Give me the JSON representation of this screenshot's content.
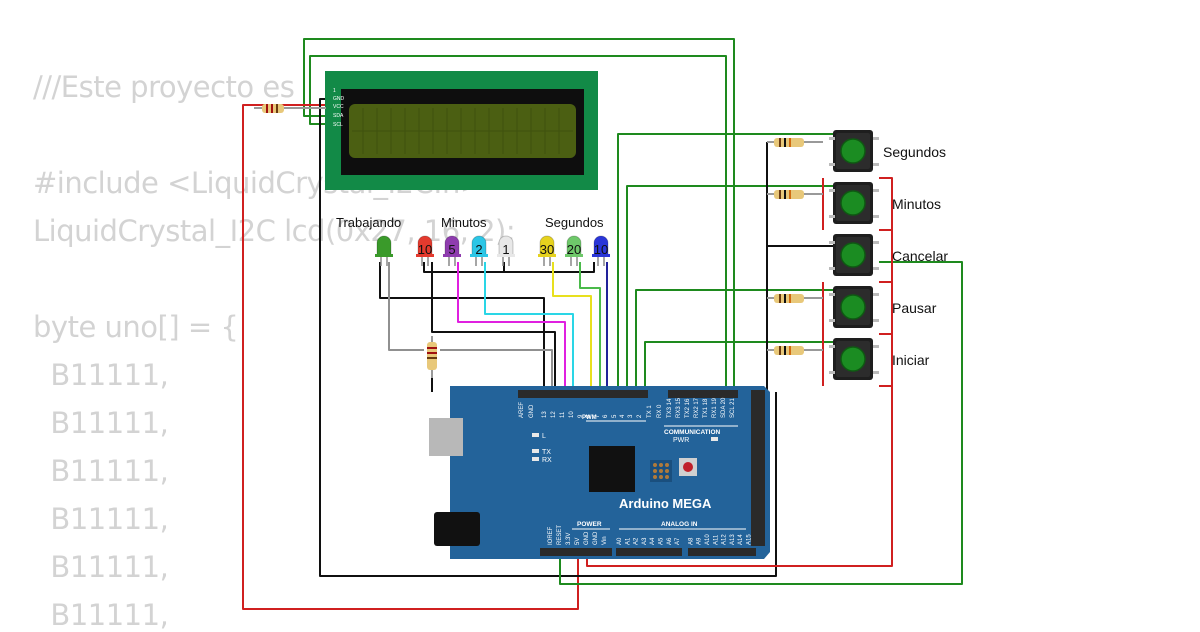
{
  "code": {
    "lines": [
      "///Este proyecto es",
      "                                             ///",
      "#include <LiquidCrystal_I2C.h>",
      "LiquidCrystal_I2C lcd(0x27, 16, 2);",
      "byte uno[] = {",
      "  B11111,",
      "  B11111,",
      "  B11111,",
      "  B11111,",
      "  B11111,",
      "  B11111,"
    ]
  },
  "lcd": {
    "pins": [
      "1",
      "GND",
      "VCC",
      "SDA",
      "SCL"
    ]
  },
  "leds": {
    "group_labels": [
      "Trabajando",
      "Minutos",
      "Segundos"
    ],
    "items": [
      {
        "label": "",
        "color": "#3a9a2a"
      },
      {
        "label": "10",
        "color": "#e43a2e"
      },
      {
        "label": "5",
        "color": "#8e3cae"
      },
      {
        "label": "2",
        "color": "#2cc6e6"
      },
      {
        "label": "1",
        "color": "#e8e8e8"
      },
      {
        "label": "30",
        "color": "#e6d21e"
      },
      {
        "label": "20",
        "color": "#6ec86a"
      },
      {
        "label": "10",
        "color": "#2a36d8"
      }
    ]
  },
  "buttons": {
    "items": [
      "Segundos",
      "Minutos",
      "Cancelar",
      "Pausar",
      "Iniciar"
    ]
  },
  "arduino": {
    "name": "Arduino MEGA",
    "top_labels": [
      "AREF",
      "GND",
      "13",
      "12",
      "11",
      "10",
      "9",
      "8",
      "7",
      "6",
      "5",
      "4",
      "3",
      "2",
      "TX 1",
      "RX 0",
      "TX3 14",
      "RX3 15",
      "TX2 16",
      "RX2 17",
      "TX1 18",
      "RX1 19",
      "SDA 20",
      "SCL 21"
    ],
    "pwm_label": "PWM",
    "comm_label": "COMMUNICATION",
    "pwr_label": "PWR",
    "led_labels": [
      "L",
      "TX",
      "RX"
    ],
    "power_label": "POWER",
    "power_pins": [
      "IOREF",
      "RESET",
      "3.3V",
      "5V",
      "GND",
      "GND",
      "Vin"
    ],
    "analog_label": "ANALOG IN",
    "analog_pins": [
      "A0",
      "A1",
      "A2",
      "A3",
      "A4",
      "A5",
      "A6",
      "A7",
      "A8",
      "A9",
      "A10",
      "A11",
      "A12",
      "A13",
      "A14",
      "A15"
    ]
  },
  "colors": {
    "board": "#23639a",
    "lcd_pcb": "#128a47",
    "lcd_screen": "#4b5f12",
    "wire_green": "#1e8a1e",
    "wire_red": "#d02020",
    "wire_black": "#101010",
    "button_cap": "#1b8c22"
  }
}
